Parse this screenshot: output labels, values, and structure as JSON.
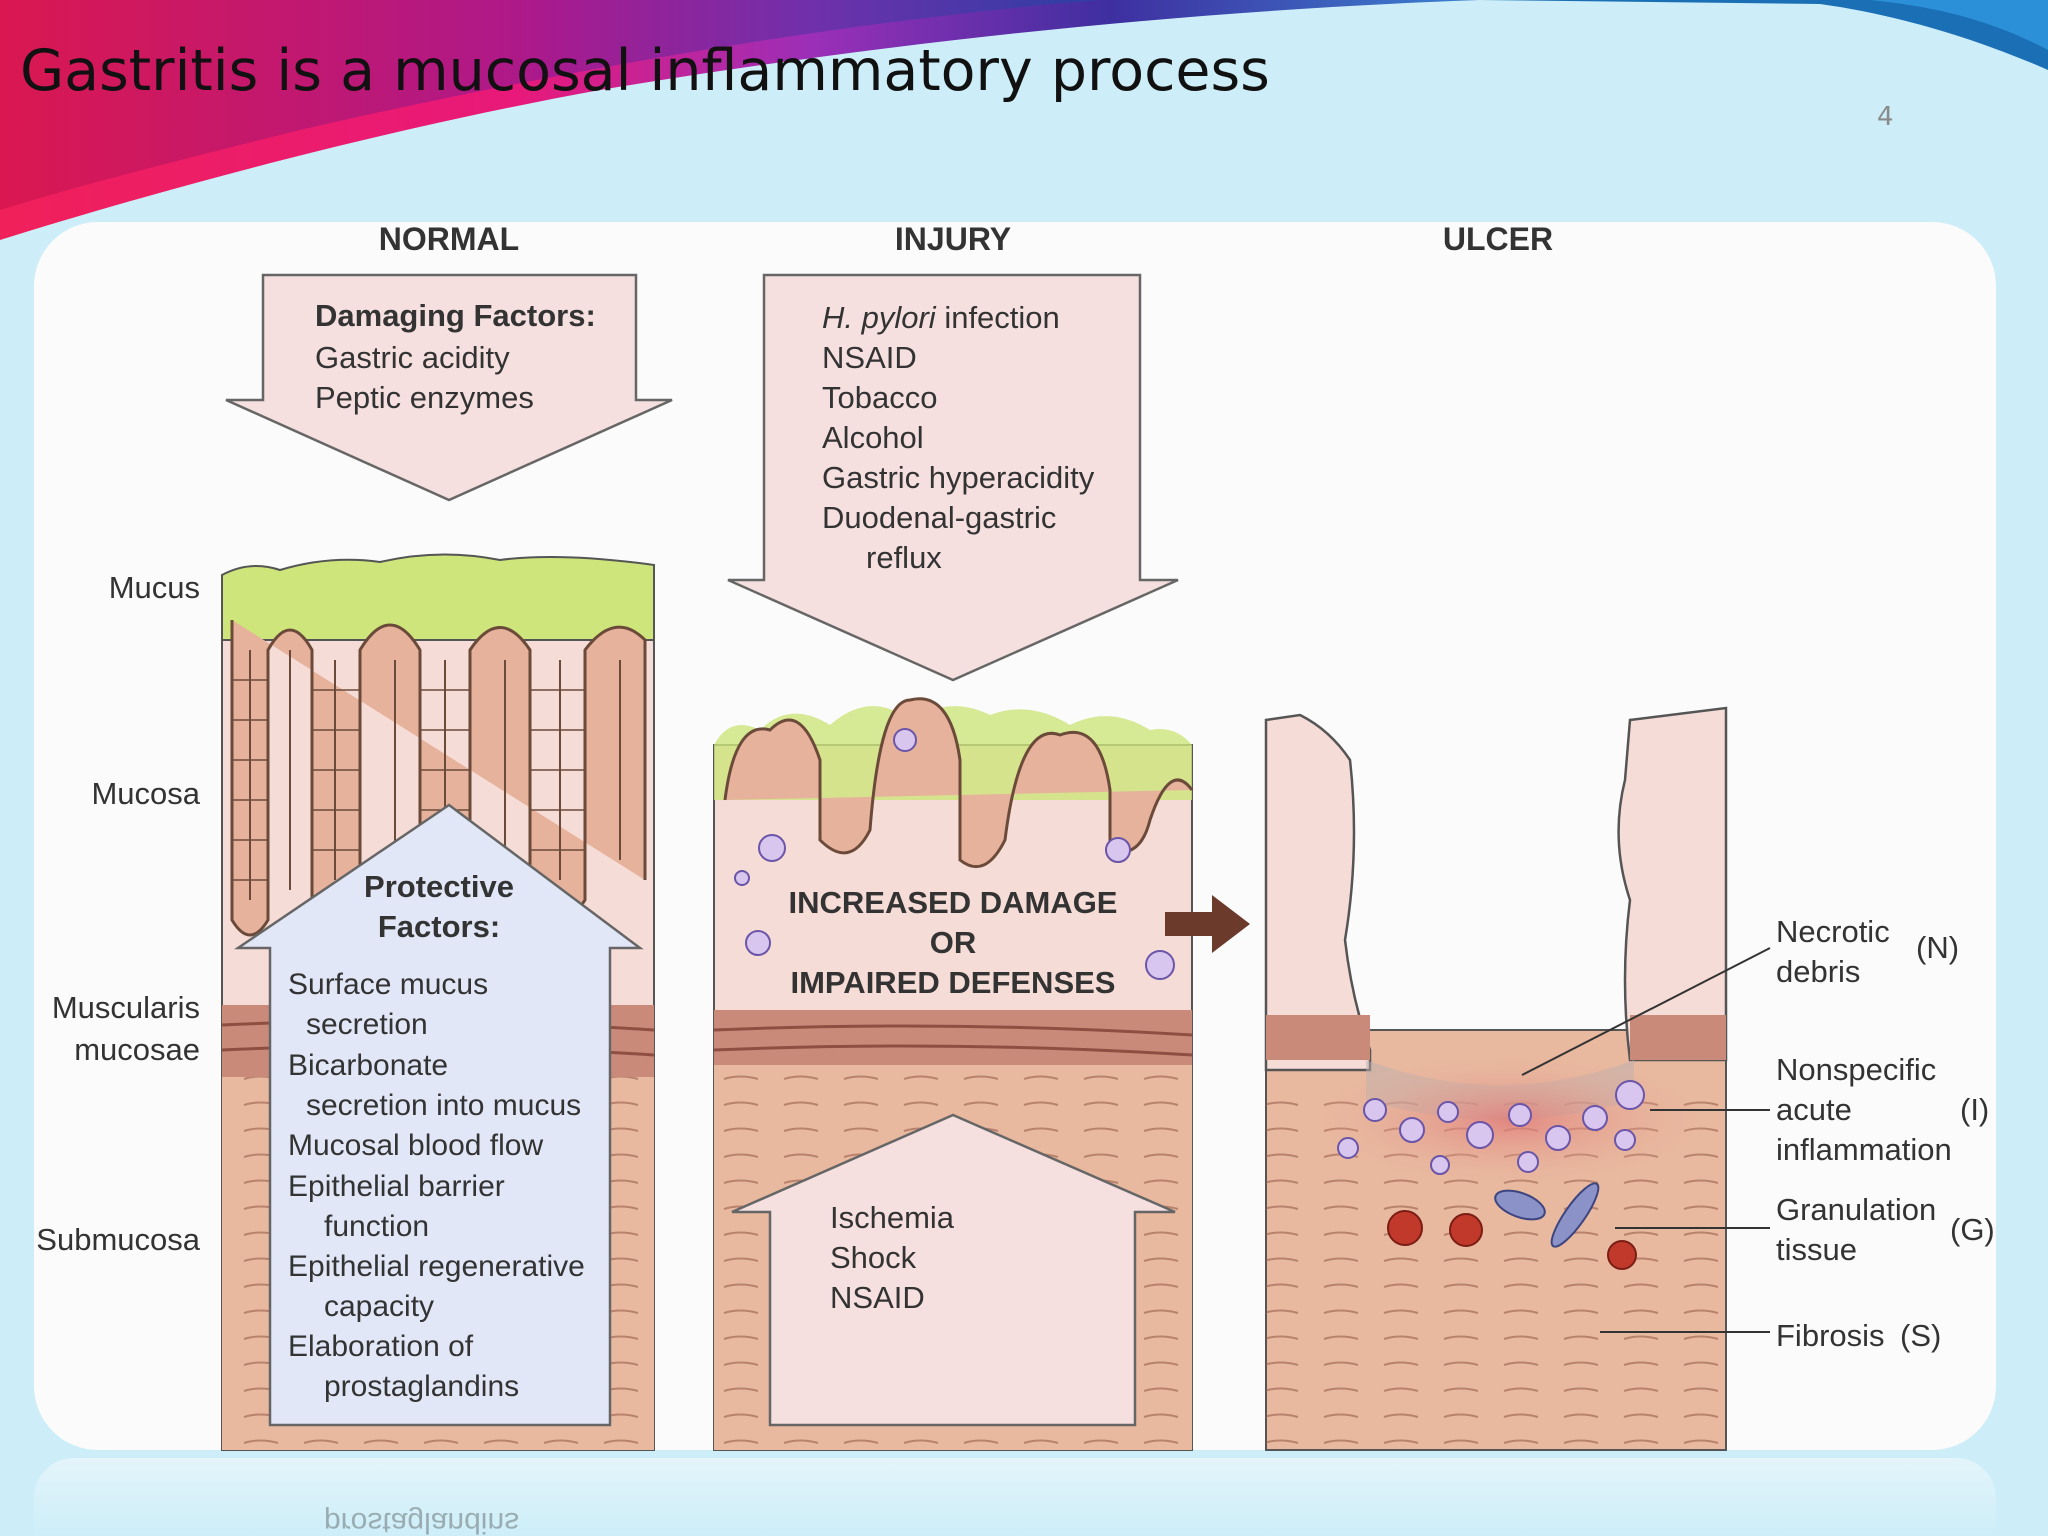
{
  "slide": {
    "title": "Gastritis is a mucosal inflammatory process",
    "page_number": "4"
  },
  "diagram": {
    "stages": [
      "NORMAL",
      "INJURY",
      "ULCER"
    ],
    "layer_labels": [
      "Mucus",
      "Mucosa",
      "Muscularis",
      "mucosae",
      "Submucosa"
    ],
    "damaging": {
      "heading": "Damaging Factors:",
      "items": [
        "Gastric acidity",
        "Peptic enzymes"
      ]
    },
    "protective": {
      "heading_line1": "Protective",
      "heading_line2": "Factors:",
      "lines": [
        "Surface mucus",
        "secretion",
        "Bicarbonate",
        "secretion into mucus",
        "Mucosal blood flow",
        "Epithelial barrier",
        "function",
        "Epithelial regenerative",
        "capacity",
        "Elaboration of",
        "prostaglandins"
      ]
    },
    "injury_causes": {
      "first_italic": "H. pylori",
      "first_rest": " infection",
      "items": [
        "NSAID",
        "Tobacco",
        "Alcohol",
        "Gastric hyperacidity",
        "Duodenal-gastric",
        "reflux"
      ]
    },
    "center_text": [
      "INCREASED DAMAGE",
      "OR",
      "IMPAIRED DEFENSES"
    ],
    "ischemia_causes": [
      "Ischemia",
      "Shock",
      "NSAID"
    ],
    "ulcer_labels": [
      {
        "lines": [
          "Necrotic",
          "debris"
        ],
        "code": "(N)"
      },
      {
        "lines": [
          "Nonspecific",
          "acute",
          "inflammation"
        ],
        "code": "(I)"
      },
      {
        "lines": [
          "Granulation",
          "tissue"
        ],
        "code": "(G)"
      },
      {
        "lines": [
          "Fibrosis"
        ],
        "code": "(S)"
      }
    ],
    "reflection_text": "prostaglandins"
  },
  "colors": {
    "mucus": "#cde57a",
    "mucosa": "#f6dcd6",
    "epithelium": "#e6b29c",
    "muscularis": "#c98a7a",
    "submucosa": "#e8b89f",
    "arrow_pink": "#f5dfdf",
    "arrow_blue": "#e2e7f7",
    "brown_arrow": "#6b3a2a",
    "title_banner": "#e8197a",
    "accent_blue": "#1b6fb5"
  }
}
